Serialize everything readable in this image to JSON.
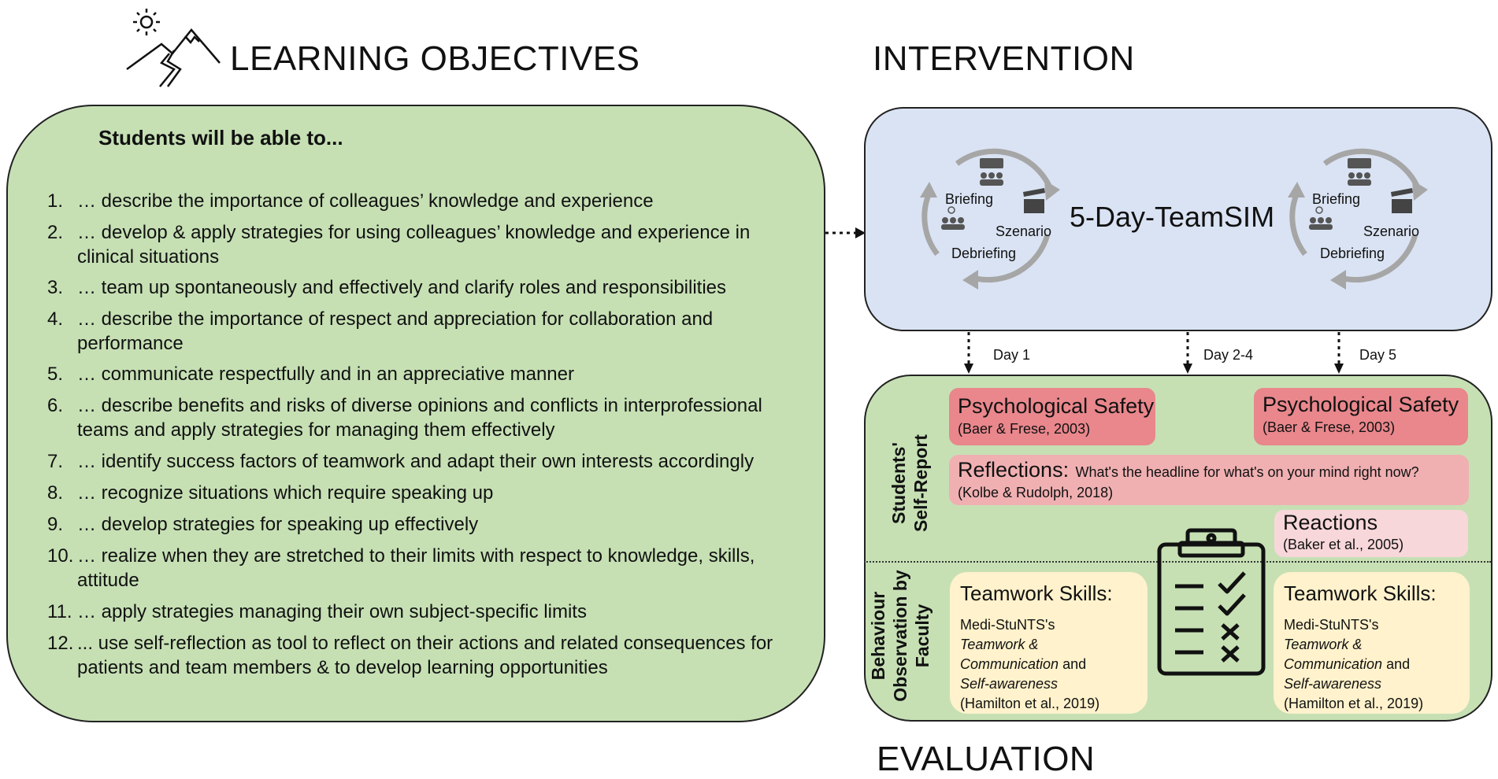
{
  "headings": {
    "learning_objectives": "LEARNING OBJECTIVES",
    "intervention": "INTERVENTION",
    "evaluation": "EVALUATION"
  },
  "objectives": {
    "intro": "Students will be able to...",
    "items": [
      {
        "num": "1.",
        "text": "… describe the importance of colleagues’ knowledge and experience"
      },
      {
        "num": "2.",
        "text": "… develop & apply strategies for using colleagues’ knowledge and experience in clinical situations"
      },
      {
        "num": "3.",
        "text": "… team up spontaneously and effectively and clarify roles and responsibilities"
      },
      {
        "num": "4.",
        "text": "… describe the importance of respect and appreciation for collaboration and performance"
      },
      {
        "num": "5.",
        "text": "…  communicate respectfully and in an appreciative manner"
      },
      {
        "num": "6.",
        "text": "…  describe benefits and risks of diverse opinions and conflicts in interprofessional teams and apply strategies for managing them effectively"
      },
      {
        "num": "7.",
        "text": "… identify success factors of teamwork and adapt their own interests accordingly"
      },
      {
        "num": "8.",
        "text": "…  recognize situations which require speaking up"
      },
      {
        "num": "9.",
        "text": "… develop strategies for speaking up effectively"
      },
      {
        "num": "10.",
        "text": "…  realize when they are stretched to their limits with respect to knowledge, skills, attitude"
      },
      {
        "num": "11.",
        "text": "…  apply strategies managing their own subject-specific limits"
      },
      {
        "num": "12.",
        "text": "... use self-reflection as tool to reflect on their actions and related consequences for patients and team members & to develop learning opportunities"
      }
    ]
  },
  "intervention": {
    "title": "5-Day-TeamSIM",
    "cycle": {
      "briefing": "Briefing",
      "scenario": "Szenario",
      "debriefing": "Debriefing"
    },
    "days": [
      "Day 1",
      "Day 2-4",
      "Day 5"
    ]
  },
  "evaluation": {
    "self_report_label_1": "Students'",
    "self_report_label_2": "Self-Report",
    "observation_label_1": "Behaviour",
    "observation_label_2": "Observation by",
    "observation_label_3": "Faculty",
    "psych_safety": {
      "title": "Psychological Safety",
      "cite": "(Baer & Frese, 2003)"
    },
    "reflections": {
      "title": "Reflections:",
      "question": "What's the headline for what's on your mind right now?",
      "cite": "(Kolbe & Rudolph, 2018)"
    },
    "reactions": {
      "title": "Reactions",
      "cite": "(Baker et al., 2005)"
    },
    "teamwork": {
      "title": "Teamwork Skills:",
      "line1": "Medi-StuNTS's",
      "line2": "Teamwork &",
      "line3a": "Communication",
      "line3b": " and",
      "line4": "Self-awareness",
      "cite": "(Hamilton et al., 2019)"
    }
  },
  "colors": {
    "green_box": "#c6e0b4",
    "blue_box": "#dae3f3",
    "pink_dark": "#e9878c",
    "pink_mid": "#f0b0b2",
    "pink_light": "#f7d7da",
    "yellow_card": "#fff2cc"
  }
}
